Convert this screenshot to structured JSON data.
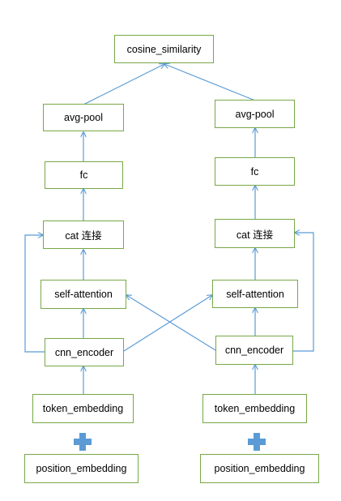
{
  "colors": {
    "node_border": "#77a846",
    "edge": "#5b9bd5",
    "plus": "#5b9bd5"
  },
  "nodes": {
    "cosine_similarity": "cosine_similarity",
    "left": {
      "avg_pool": "avg-pool",
      "fc": "fc",
      "cat": "cat 连接",
      "self_attention": "self-attention",
      "cnn_encoder": "cnn_encoder",
      "token_embedding": "token_embedding",
      "position_embedding": "position_embedding"
    },
    "right": {
      "avg_pool": "avg-pool",
      "fc": "fc",
      "cat": "cat 连接",
      "self_attention": "self-attention",
      "cnn_encoder": "cnn_encoder",
      "token_embedding": "token_embedding",
      "position_embedding": "position_embedding"
    }
  },
  "icons": {
    "combine": "plus-icon"
  }
}
